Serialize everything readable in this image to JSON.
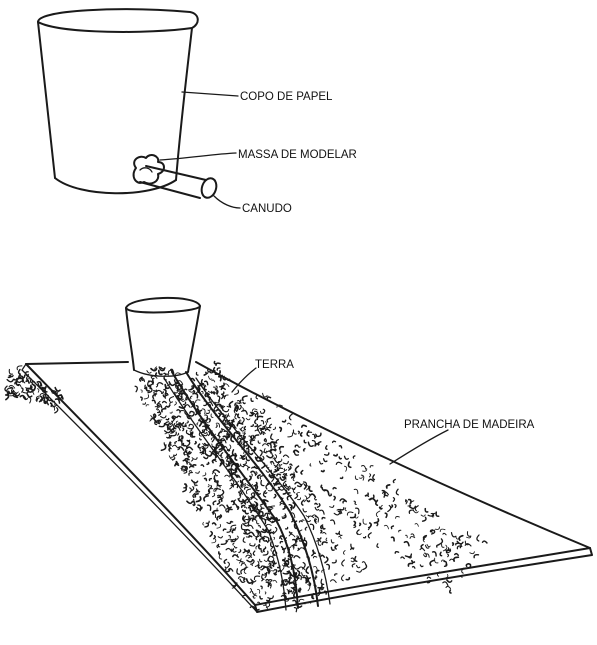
{
  "labels": {
    "cup": "COPO DE PAPEL",
    "clay": "MASSA DE MODELAR",
    "straw": "CANUDO",
    "soil": "TERRA",
    "board": "PRANCHA DE MADEIRA"
  },
  "colors": {
    "ink": "#1a1a1a",
    "paper": "#ffffff"
  }
}
